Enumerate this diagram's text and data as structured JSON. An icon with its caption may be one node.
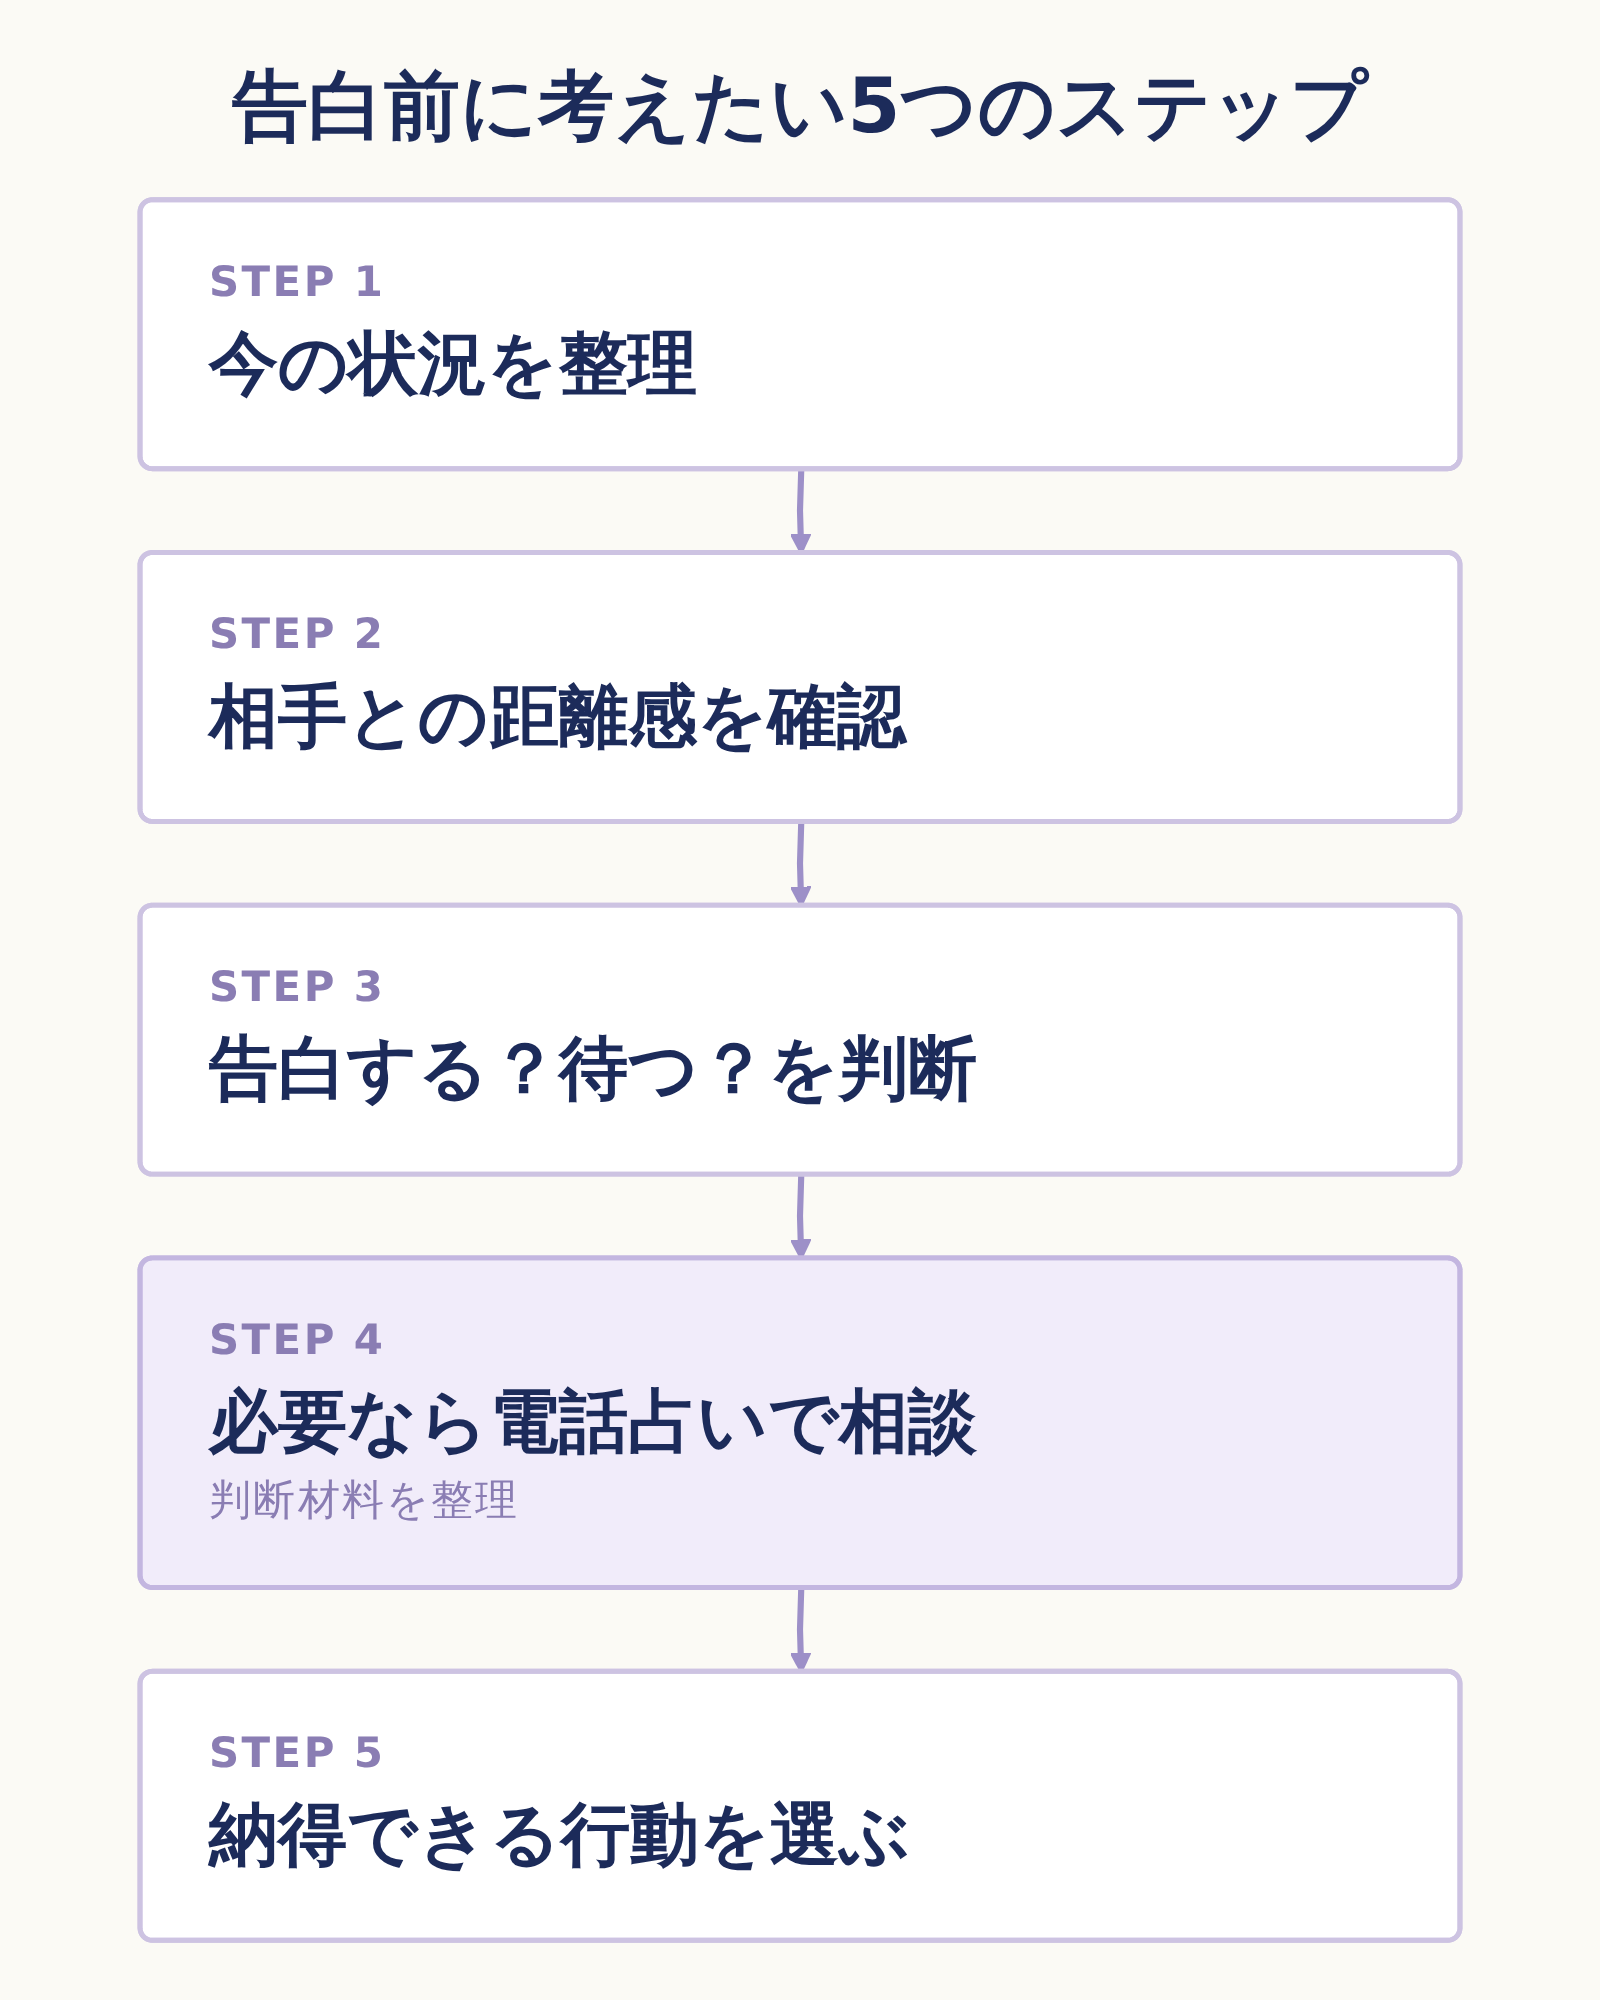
{
  "diagram": {
    "title": "告白前に考えたい5つのステップ",
    "nodes": [
      {
        "text": [
          "STEP 1",
          "今の状況を整理"
        ]
      },
      {
        "text": [
          "STEP 2",
          "相手との距離感を確認"
        ]
      },
      {
        "text": [
          "STEP 3",
          "告白する？待つ？を判断"
        ]
      },
      {
        "text": [
          "STEP 4",
          "必要なら電話占いで相談",
          "判断材料を整理"
        ]
      },
      {
        "text": [
          "STEP 5",
          "納得できる行動を選ぶ"
        ]
      }
    ],
    "edges": [
      {
        "from": 0,
        "to": 1,
        "arrow": "to"
      },
      {
        "from": 1,
        "to": 2,
        "arrow": "to"
      },
      {
        "from": 2,
        "to": 3,
        "arrow": "to"
      },
      {
        "from": 3,
        "to": 4,
        "arrow": "to"
      }
    ]
  }
}
